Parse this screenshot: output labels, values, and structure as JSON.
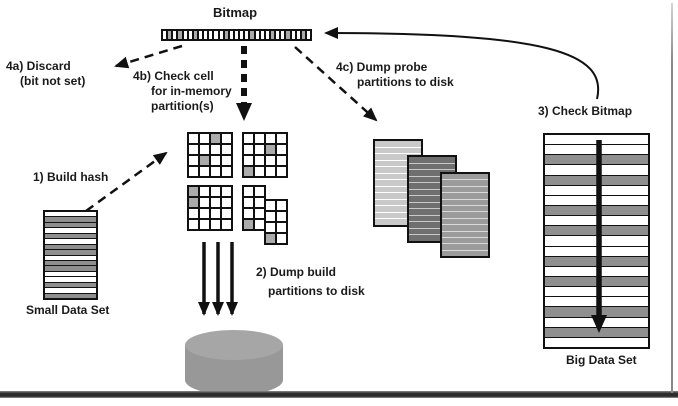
{
  "bitmap": {
    "label": "Bitmap",
    "cells": "wgwgwwgwwwwwgwwwwgwwwgwwgwwgw"
  },
  "labels": {
    "step1": "1) Build hash",
    "step2_line1": "2) Dump build",
    "step2_line2": "partitions to disk",
    "step3": "3) Check Bitmap",
    "step4a_line1": "4a) Discard",
    "step4a_line2": "(bit not set)",
    "step4b_line1": "4b) Check cell",
    "step4b_line2": "for in-memory",
    "step4b_line3": "partition(s)",
    "step4c_line1": "4c) Dump probe",
    "step4c_line2": "partitions to disk",
    "small_data_set": "Small Data Set",
    "big_data_set": "Big Data Set"
  },
  "palette": {
    "w": "#ffffff",
    "g": "#8f8f8f",
    "l": "#c9c9c9",
    "d": "#6f6f6f",
    "m": "#9b9b9b",
    "cell_gray": "#aaaaaa",
    "line_black": "#111111",
    "cylinder_body": "#989898",
    "cylinder_top": "#a6a6a6"
  },
  "grids": [
    {
      "name": "partition-grid-1",
      "cols": 4,
      "rows": 4,
      "gray": [
        [
          0,
          2
        ],
        [
          2,
          1
        ]
      ]
    },
    {
      "name": "partition-grid-2",
      "cols": 4,
      "rows": 4,
      "gray": [
        [
          1,
          2
        ],
        [
          3,
          0
        ]
      ]
    },
    {
      "name": "partition-grid-3",
      "cols": 4,
      "rows": 4,
      "gray": [
        [
          0,
          0
        ],
        [
          1,
          0
        ]
      ]
    },
    {
      "name": "partition-grid-4a",
      "cols": 2,
      "rows": 4,
      "gray": [
        [
          3,
          0
        ]
      ]
    },
    {
      "name": "partition-grid-4b",
      "cols": 2,
      "rows": 4,
      "gray": [
        [
          3,
          0
        ]
      ]
    }
  ],
  "stripe_sets": {
    "small": {
      "pattern": "wggwgwggwggwwgwg",
      "sep": "#111111"
    },
    "big": {
      "pattern": "wwgwgwwgwgwwgwgwwgwgw",
      "sep": "#111111"
    },
    "probe_back": {
      "pattern": "lllllllllllll",
      "sep": "#ffffff"
    },
    "probe_mid": {
      "pattern": "ddddddddddddd",
      "sep": "#c9c9c9"
    },
    "probe_front": {
      "pattern": "mmmmmmmmmmmmm",
      "sep": "#d9d9d9"
    }
  }
}
